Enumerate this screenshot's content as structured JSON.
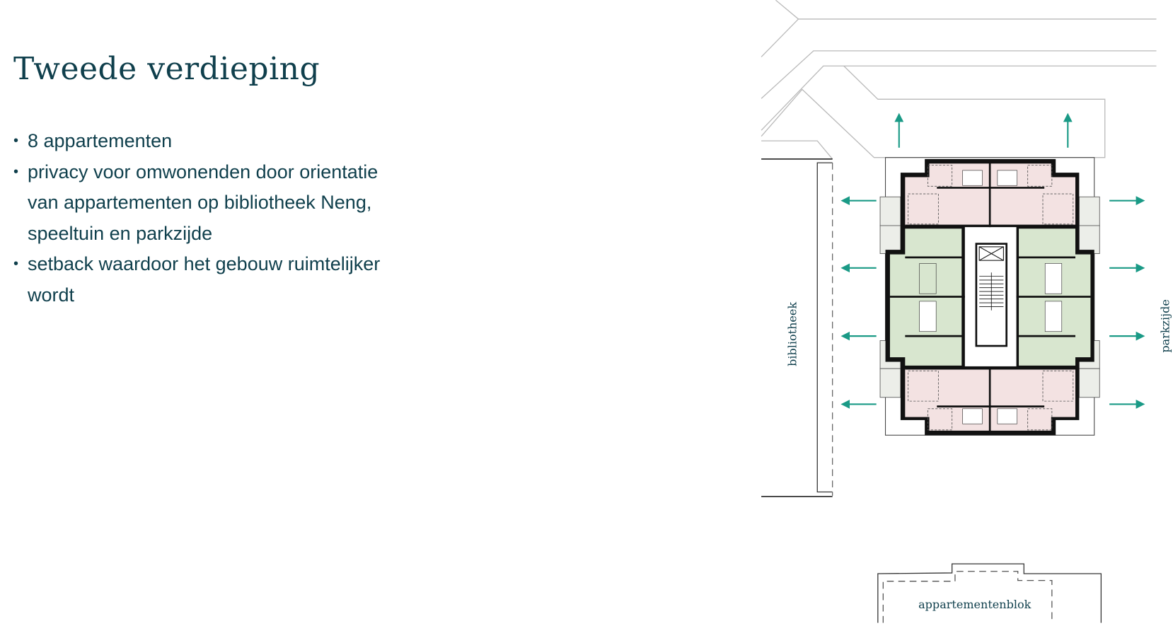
{
  "title": "Tweede verdieping",
  "bullets": [
    "8 appartementen",
    "privacy voor omwonenden door orientatie van appartementen op bibliotheek Neng, speeltuin en parkzijde",
    "setback waardoor het gebouw ruimtelijker wordt"
  ],
  "plan": {
    "label_left": "bibliotheek",
    "label_right": "parkzijde",
    "label_bottom": "appartementenblok"
  },
  "colors": {
    "text": "#0f3f4c",
    "arrow": "#1a9a86",
    "pink": "#f3e2e2",
    "green": "#d8e6cf",
    "balcony": "#eceee9"
  }
}
